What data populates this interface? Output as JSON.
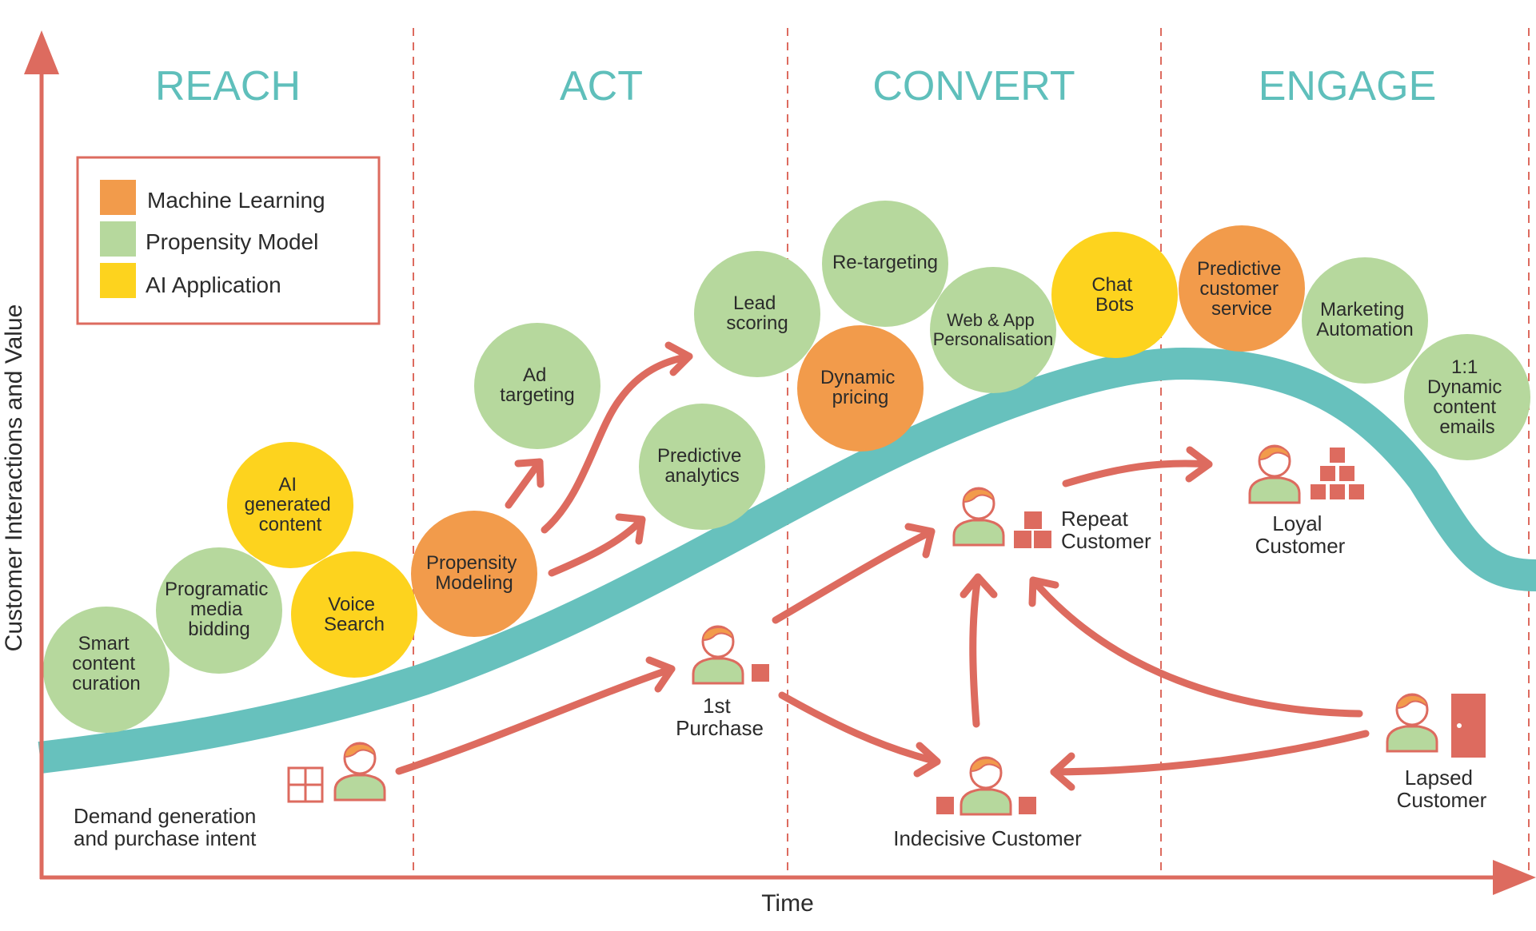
{
  "colors": {
    "axis": "#dd6b5f",
    "phase_text": "#5fbfbb",
    "curve": "#67c1bd",
    "arrow": "#dd6b5f",
    "machine_learning": "#f29b4b",
    "propensity_model": "#b6d89d",
    "ai_application": "#fdd31e",
    "person_hair": "#f29b4b",
    "person_body": "#b6d89d",
    "person_line": "#dd6b5f"
  },
  "axes": {
    "x_label": "Time",
    "y_label": "Customer Interactions and Value"
  },
  "phases": [
    "REACH",
    "ACT",
    "CONVERT",
    "ENGAGE"
  ],
  "legend": [
    {
      "label": "Machine Learning",
      "color": "#f29b4b"
    },
    {
      "label": "Propensity Model",
      "color": "#b6d89d"
    },
    {
      "label": "AI Application",
      "color": "#fdd31e"
    }
  ],
  "bubbles": [
    {
      "lines": [
        "Smart",
        "content",
        "curation"
      ],
      "category": "propensity_model"
    },
    {
      "lines": [
        "Programatic",
        "media",
        "bidding"
      ],
      "category": "propensity_model"
    },
    {
      "lines": [
        "AI",
        "generated",
        "content"
      ],
      "category": "ai_application"
    },
    {
      "lines": [
        "Voice",
        "Search"
      ],
      "category": "ai_application"
    },
    {
      "lines": [
        "Propensity",
        "Modeling"
      ],
      "category": "machine_learning"
    },
    {
      "lines": [
        "Ad",
        "targeting"
      ],
      "category": "propensity_model"
    },
    {
      "lines": [
        "Lead",
        "scoring"
      ],
      "category": "propensity_model"
    },
    {
      "lines": [
        "Predictive",
        "analytics"
      ],
      "category": "propensity_model"
    },
    {
      "lines": [
        "Re-targeting"
      ],
      "category": "propensity_model"
    },
    {
      "lines": [
        "Dynamic",
        "pricing"
      ],
      "category": "machine_learning"
    },
    {
      "lines": [
        "Web & App",
        "Personalisation"
      ],
      "category": "propensity_model"
    },
    {
      "lines": [
        "Chat",
        "Bots"
      ],
      "category": "ai_application"
    },
    {
      "lines": [
        "Predictive",
        "customer",
        "service"
      ],
      "category": "machine_learning"
    },
    {
      "lines": [
        "Marketing",
        "Automation"
      ],
      "category": "propensity_model"
    },
    {
      "lines": [
        "1:1",
        "Dynamic",
        "content",
        "emails"
      ],
      "category": "propensity_model"
    }
  ],
  "customer_labels": {
    "demand": [
      "Demand generation",
      "and purchase intent"
    ],
    "first_purchase": [
      "1st",
      "Purchase"
    ],
    "repeat": [
      "Repeat",
      "Customer"
    ],
    "loyal": [
      "Loyal",
      "Customer"
    ],
    "indecisive": [
      "Indecisive Customer"
    ],
    "lapsed": [
      "Lapsed",
      "Customer"
    ]
  }
}
